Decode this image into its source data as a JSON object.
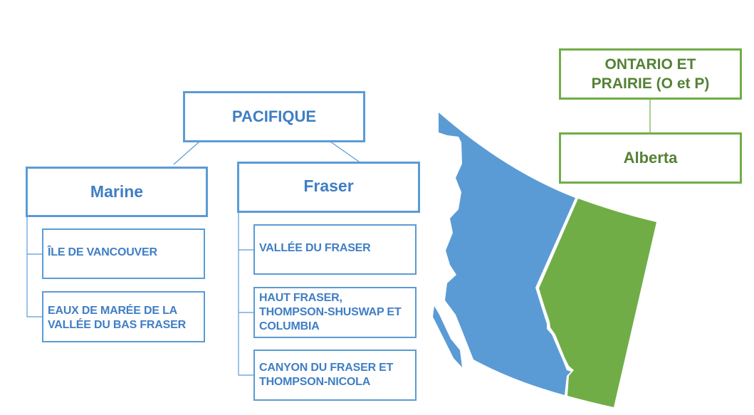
{
  "pacific": {
    "title": "PACIFIQUE",
    "marine": {
      "title": "Marine",
      "items": [
        "ÎLE DE VANCOUVER",
        "EAUX DE MARÉE DE LA VALLÉE DU BAS FRASER"
      ]
    },
    "fraser": {
      "title": "Fraser",
      "items": [
        "VALLÉE DU FRASER",
        "HAUT FRASER, THOMPSON-SHUSWAP ET COLUMBIA",
        "CANYON DU FRASER ET THOMPSON-NICOLA"
      ]
    }
  },
  "ontario_prairie": {
    "title": "ONTARIO ET PRAIRIE (O et P)",
    "items": [
      "Alberta"
    ]
  },
  "colors": {
    "pacific_blue": "#5b9bd5",
    "prairie_green": "#70ad47"
  }
}
